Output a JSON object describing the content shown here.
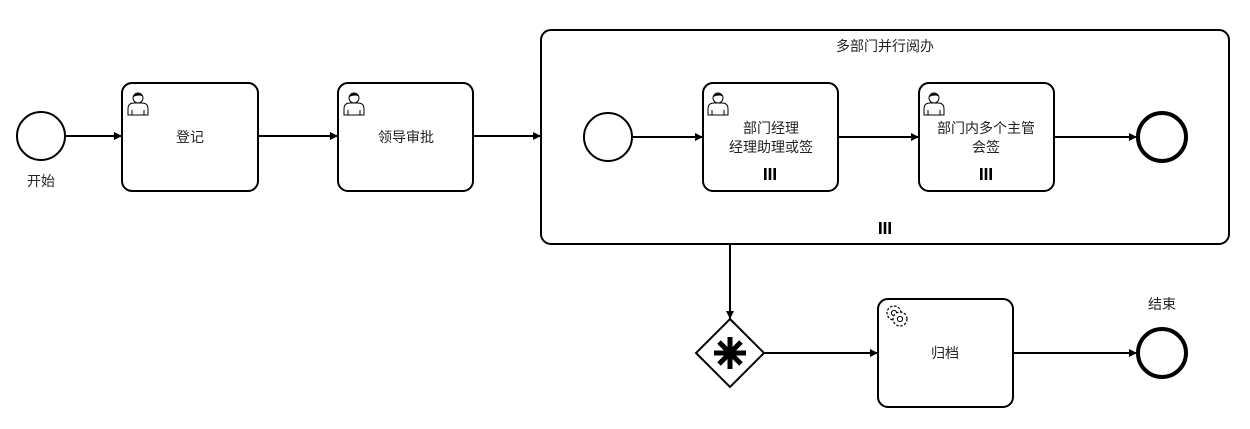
{
  "diagram": {
    "start_event": {
      "label": "开始"
    },
    "task_register": {
      "label": "登记",
      "type": "user-task"
    },
    "task_leader_approve": {
      "label": "领导审批",
      "type": "user-task"
    },
    "subprocess": {
      "title": "多部门并行阅办",
      "marker": "parallel-multi-instance",
      "task_dept_manager": {
        "lines": [
          "部门经理",
          "经理助理或签"
        ],
        "type": "user-task",
        "marker": "parallel-multi-instance"
      },
      "task_dept_supervisors": {
        "lines": [
          "部门内多个主管",
          "会签"
        ],
        "type": "user-task",
        "marker": "parallel-multi-instance"
      }
    },
    "gateway": {
      "type": "complex-gateway"
    },
    "task_archive": {
      "label": "归档",
      "type": "service-task"
    },
    "end_event": {
      "label": "结束"
    }
  }
}
